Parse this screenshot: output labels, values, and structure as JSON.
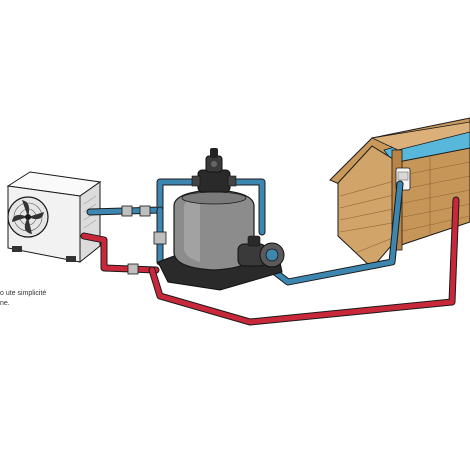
{
  "caption": {
    "line1": "o ute simplicité",
    "line2": "ne."
  },
  "components": {
    "heat_pump": "heat-pump-unit",
    "sand_filter": "sand-filter-tank",
    "multiport_valve": "multiport-valve",
    "pump": "filtration-pump",
    "pool": "above-ground-wooden-pool",
    "skimmer": "pool-skimmer"
  },
  "colors": {
    "hot_pipe": "#c8283a",
    "cold_pipe": "#3d86b0",
    "outline": "#1a1a1a",
    "filter_tank": "#8c8c8c",
    "wood": "#d1a46a",
    "water": "#5ab7dc",
    "heat_pump_body": "#f2f2f2"
  }
}
